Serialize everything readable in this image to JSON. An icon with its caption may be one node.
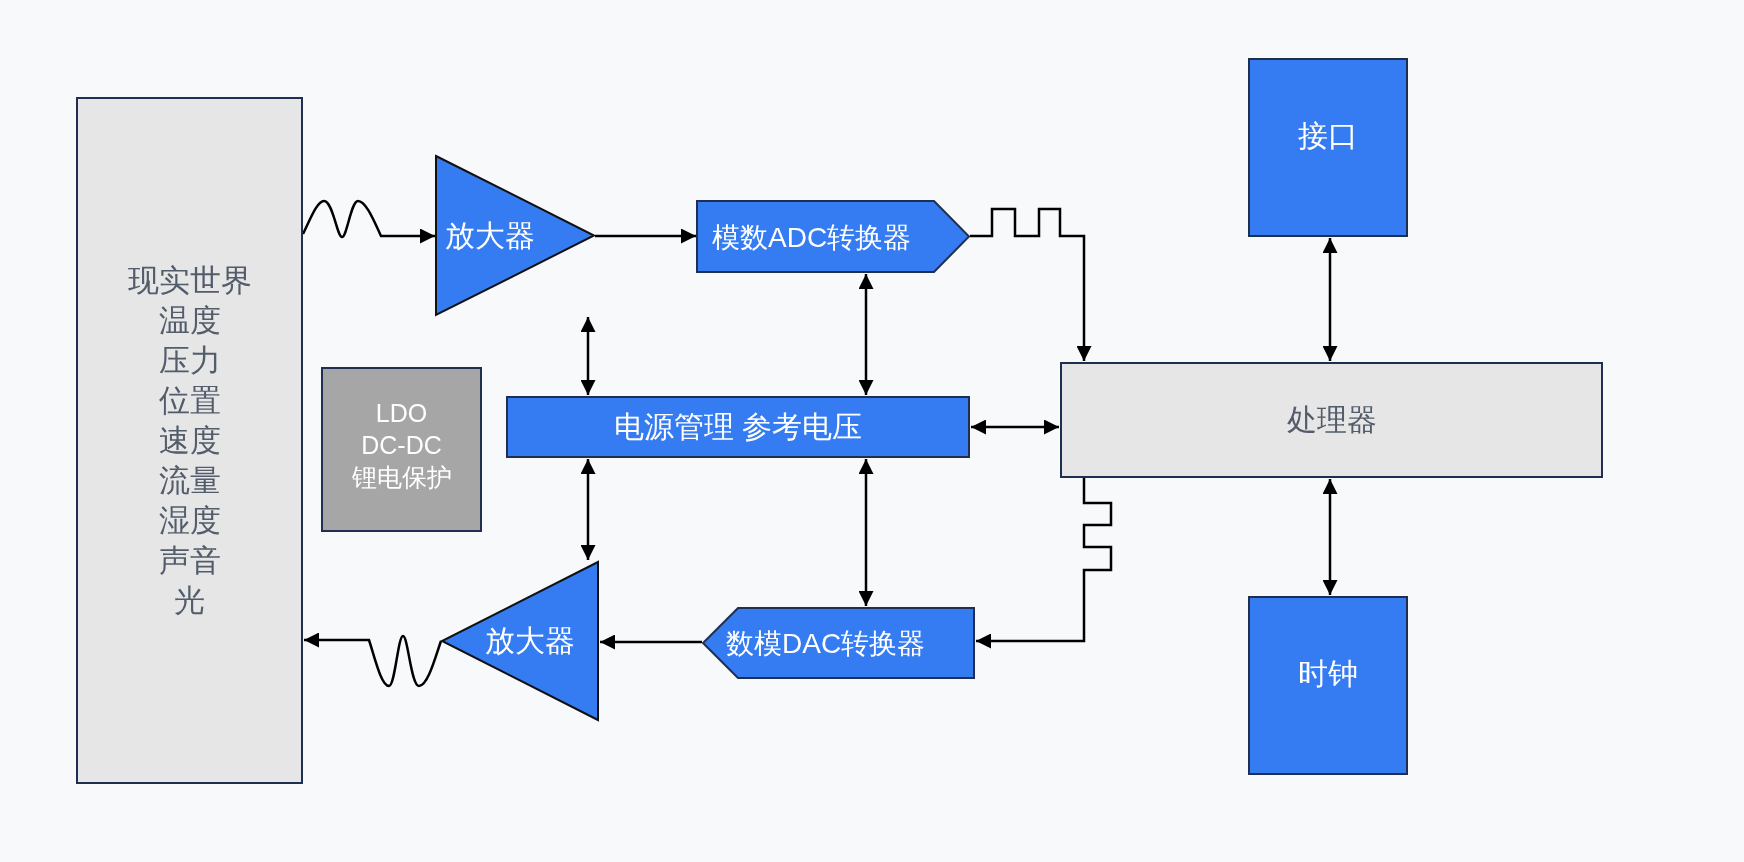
{
  "diagram": {
    "nodes": [
      {
        "text": [
          "现实世界",
          "温度",
          "压力",
          "位置",
          "速度",
          "流量",
          "湿度",
          "声音",
          "光"
        ]
      },
      {
        "text": [
          "放大器"
        ]
      },
      {
        "text": [
          "模数ADC转换器"
        ]
      },
      {
        "text": [
          "接口"
        ]
      },
      {
        "text": [
          "LDO",
          "DC-DC",
          "锂电保护"
        ]
      },
      {
        "text": [
          "电源管理 参考电压"
        ]
      },
      {
        "text": [
          "处理器"
        ]
      },
      {
        "text": [
          "放大器"
        ]
      },
      {
        "text": [
          "数模DAC转换器"
        ]
      },
      {
        "text": [
          "时钟"
        ]
      }
    ],
    "edges": [
      {
        "from": 0,
        "to": 1,
        "arrow": "to"
      },
      {
        "from": 1,
        "to": 2,
        "arrow": "to"
      },
      {
        "from": 2,
        "to": 6,
        "arrow": "to"
      },
      {
        "from": 1,
        "to": 5,
        "arrow": "both"
      },
      {
        "from": 2,
        "to": 5,
        "arrow": "both"
      },
      {
        "from": 5,
        "to": 6,
        "arrow": "both"
      },
      {
        "from": 3,
        "to": 6,
        "arrow": "both"
      },
      {
        "from": 5,
        "to": 7,
        "arrow": "both"
      },
      {
        "from": 5,
        "to": 8,
        "arrow": "both"
      },
      {
        "from": 6,
        "to": 8,
        "arrow": "to"
      },
      {
        "from": 6,
        "to": 9,
        "arrow": "both"
      },
      {
        "from": 8,
        "to": 7,
        "arrow": "to"
      },
      {
        "from": 7,
        "to": 0,
        "arrow": "to"
      }
    ]
  }
}
